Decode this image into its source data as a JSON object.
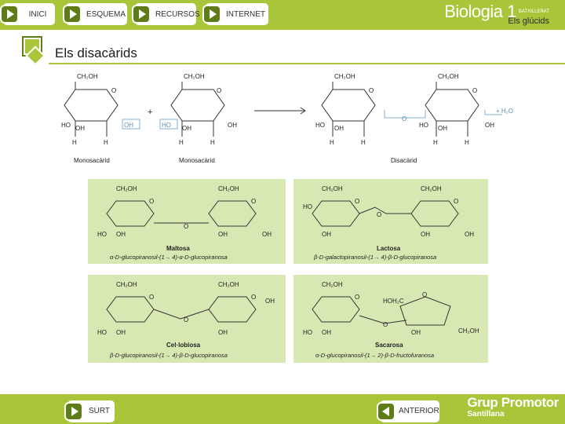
{
  "nav": {
    "inici": "INICI",
    "esquema": "ESQUEMA",
    "recursos": "RECURSOS",
    "internet": "INTERNET"
  },
  "brand": {
    "title": "Biologia 1",
    "subtitle": "BATXILLERAT",
    "section": "Els glúcids"
  },
  "page": {
    "title": "Els disacàrids"
  },
  "diagram": {
    "ch2oh": "CH₂OH",
    "h": "H",
    "oh": "OH",
    "ho": "HO",
    "o": "O",
    "plus": "+",
    "water": "+ H₂O",
    "monosaccharide_label": "Monosacàrid",
    "disaccharide_label": "Disacàrid"
  },
  "examples": [
    {
      "name": "Maltosa",
      "formula": "α-D-glucopiranosil-(1→ 4)-α-D-glucopiranosa"
    },
    {
      "name": "Lactosa",
      "formula": "β-D-galactopiranosil-(1→ 4)-β-D-glucopiranosa"
    },
    {
      "name": "Cel·lobiosa",
      "formula": "β-D-glucopiranosil-(1→ 4)-β-D-glucopiranosa"
    },
    {
      "name": "Sacarosa",
      "formula": "α-D-glucopiranosil-(1→ 2)-β-D-fructofuranosa",
      "hoh2c": "HOH₂C"
    }
  ],
  "footer": {
    "surt": "SURT",
    "anterior": "ANTERIOR",
    "publisher": "Grup Promotor",
    "publisher_sub": "Santillana"
  },
  "colors": {
    "bar": "#a9c63a",
    "bar_dark": "#5e7d18",
    "tile": "#d8e8b3",
    "highlight": "#7fb3d5"
  }
}
